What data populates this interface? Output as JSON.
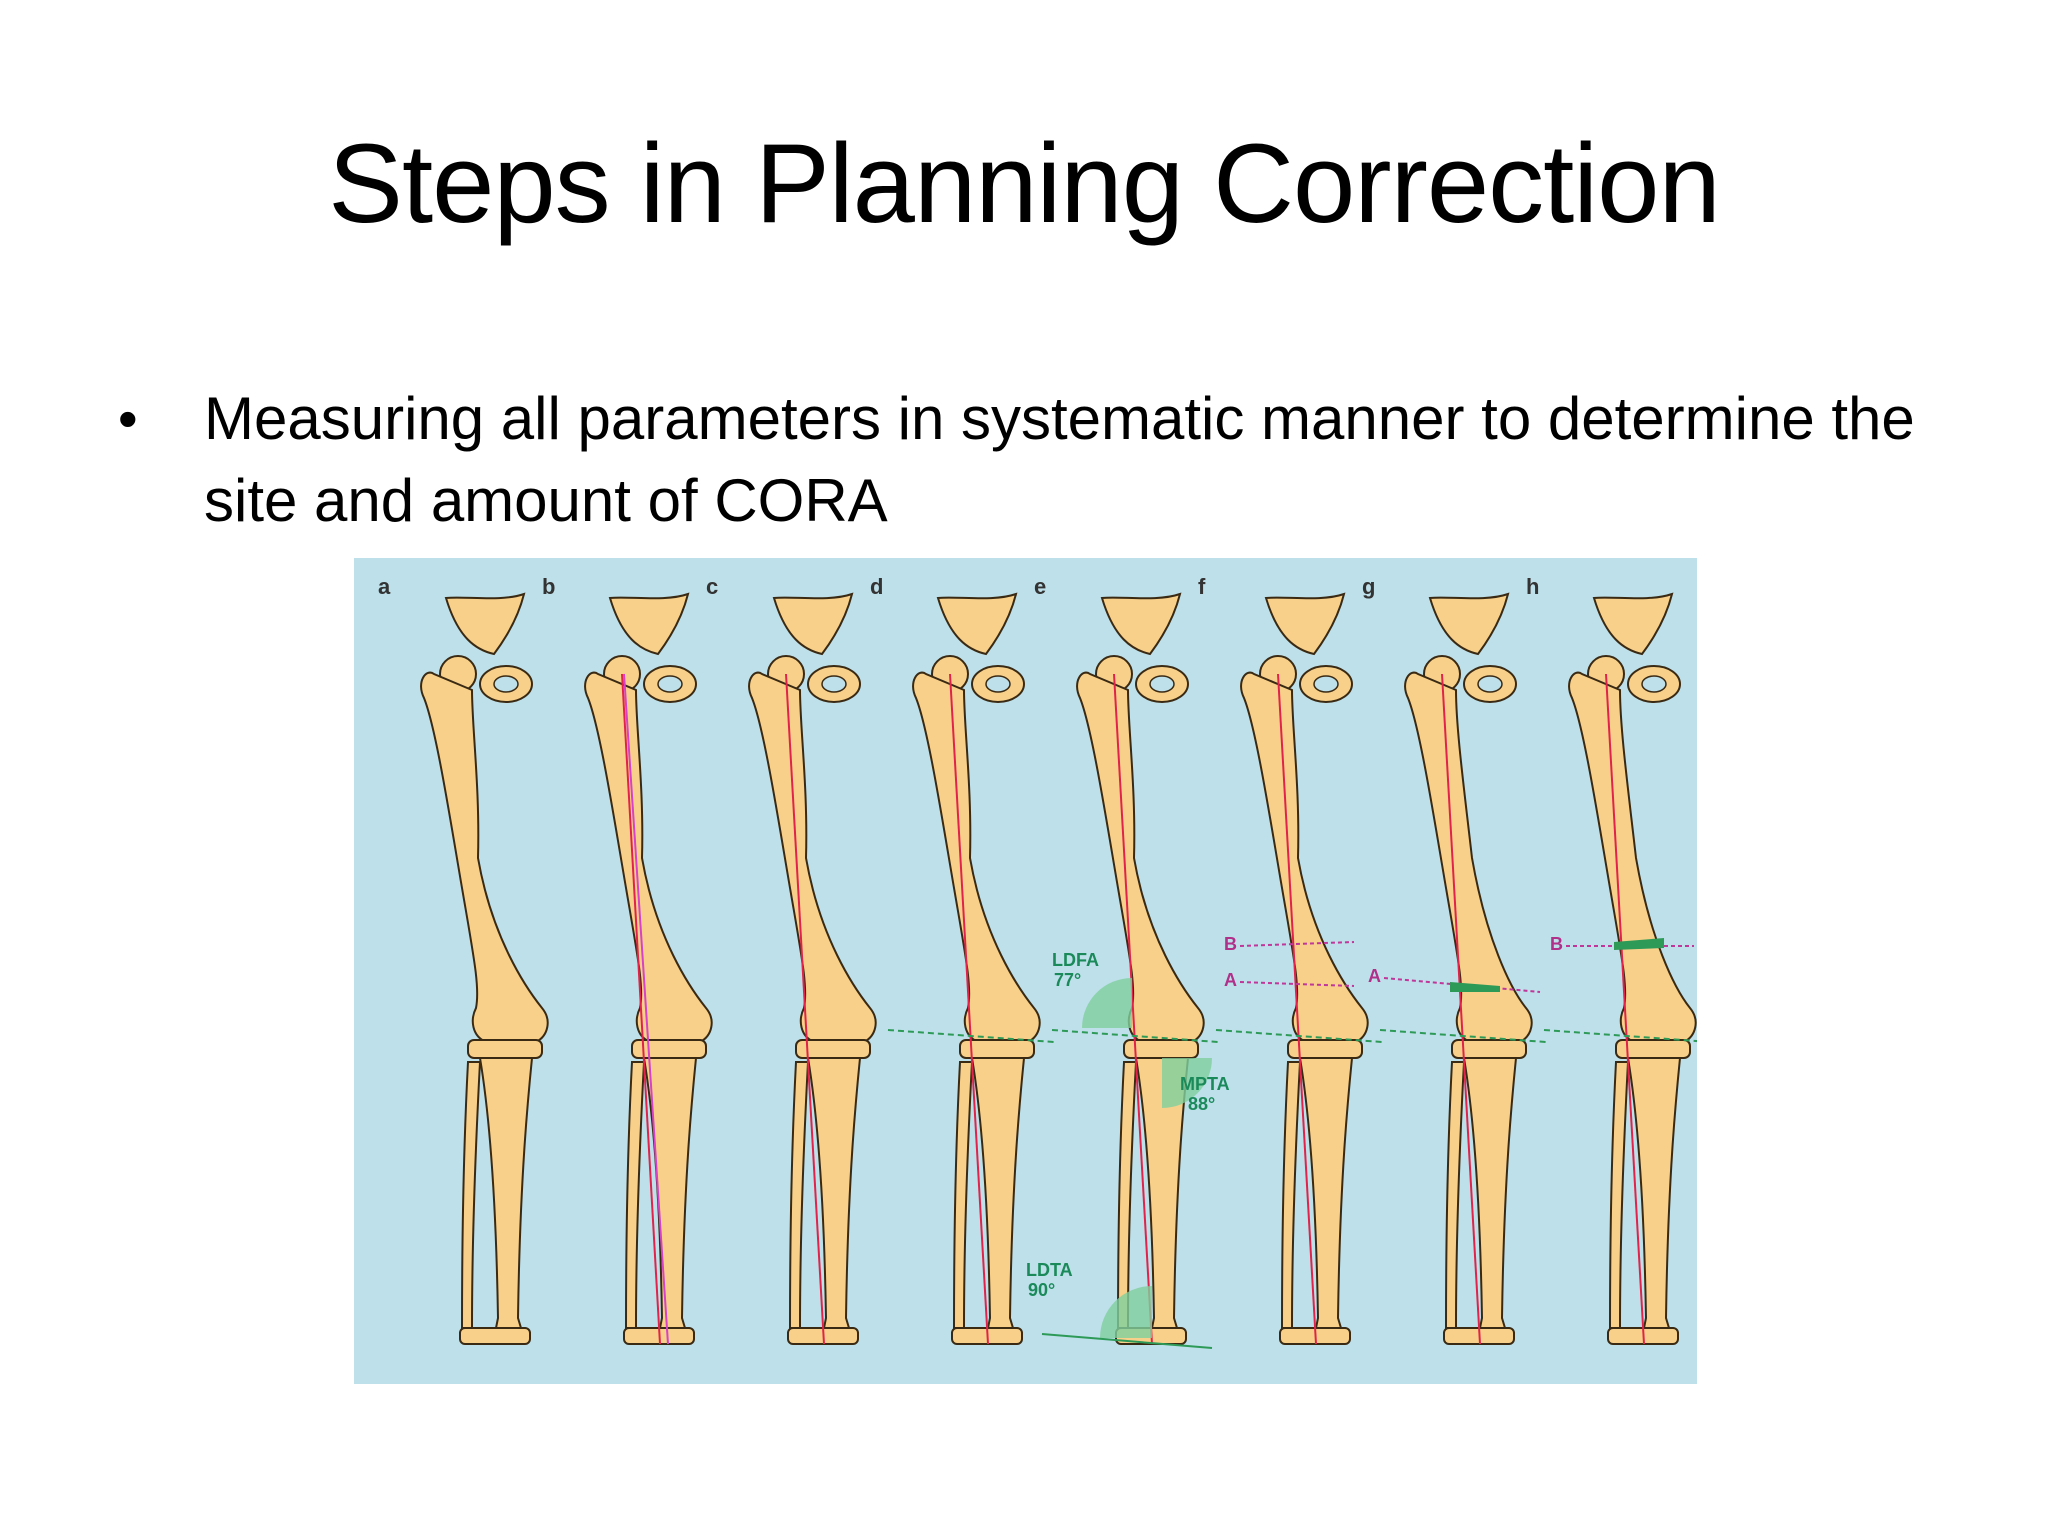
{
  "slide": {
    "title": "Steps in Planning Correction",
    "bullets": [
      {
        "marker": "•",
        "text": "Measuring all parameters in systematic manner to determine the site and amount of CORA"
      }
    ]
  },
  "figure": {
    "panels": [
      {
        "label": "a"
      },
      {
        "label": "b"
      },
      {
        "label": "c"
      },
      {
        "label": "d"
      },
      {
        "label": "e"
      },
      {
        "label": "f"
      },
      {
        "label": "g"
      },
      {
        "label": "h"
      }
    ],
    "annotations": {
      "ldfa": "LDFA",
      "ldfa_value": "77°",
      "mpta": "MPTA",
      "mpta_value": "88°",
      "ldta": "LDTA",
      "ldta_value": "90°",
      "line_a": "A",
      "line_b": "B"
    },
    "colors": {
      "background": "#bde0ea",
      "bone": "#f8d089",
      "bone_outline": "#3a2a14",
      "mechanical_axis": "#e0234a",
      "angle_fill": "#7fcf9e",
      "osteotomy_line": "#c0379a",
      "joint_line": "#2e9a58"
    }
  }
}
